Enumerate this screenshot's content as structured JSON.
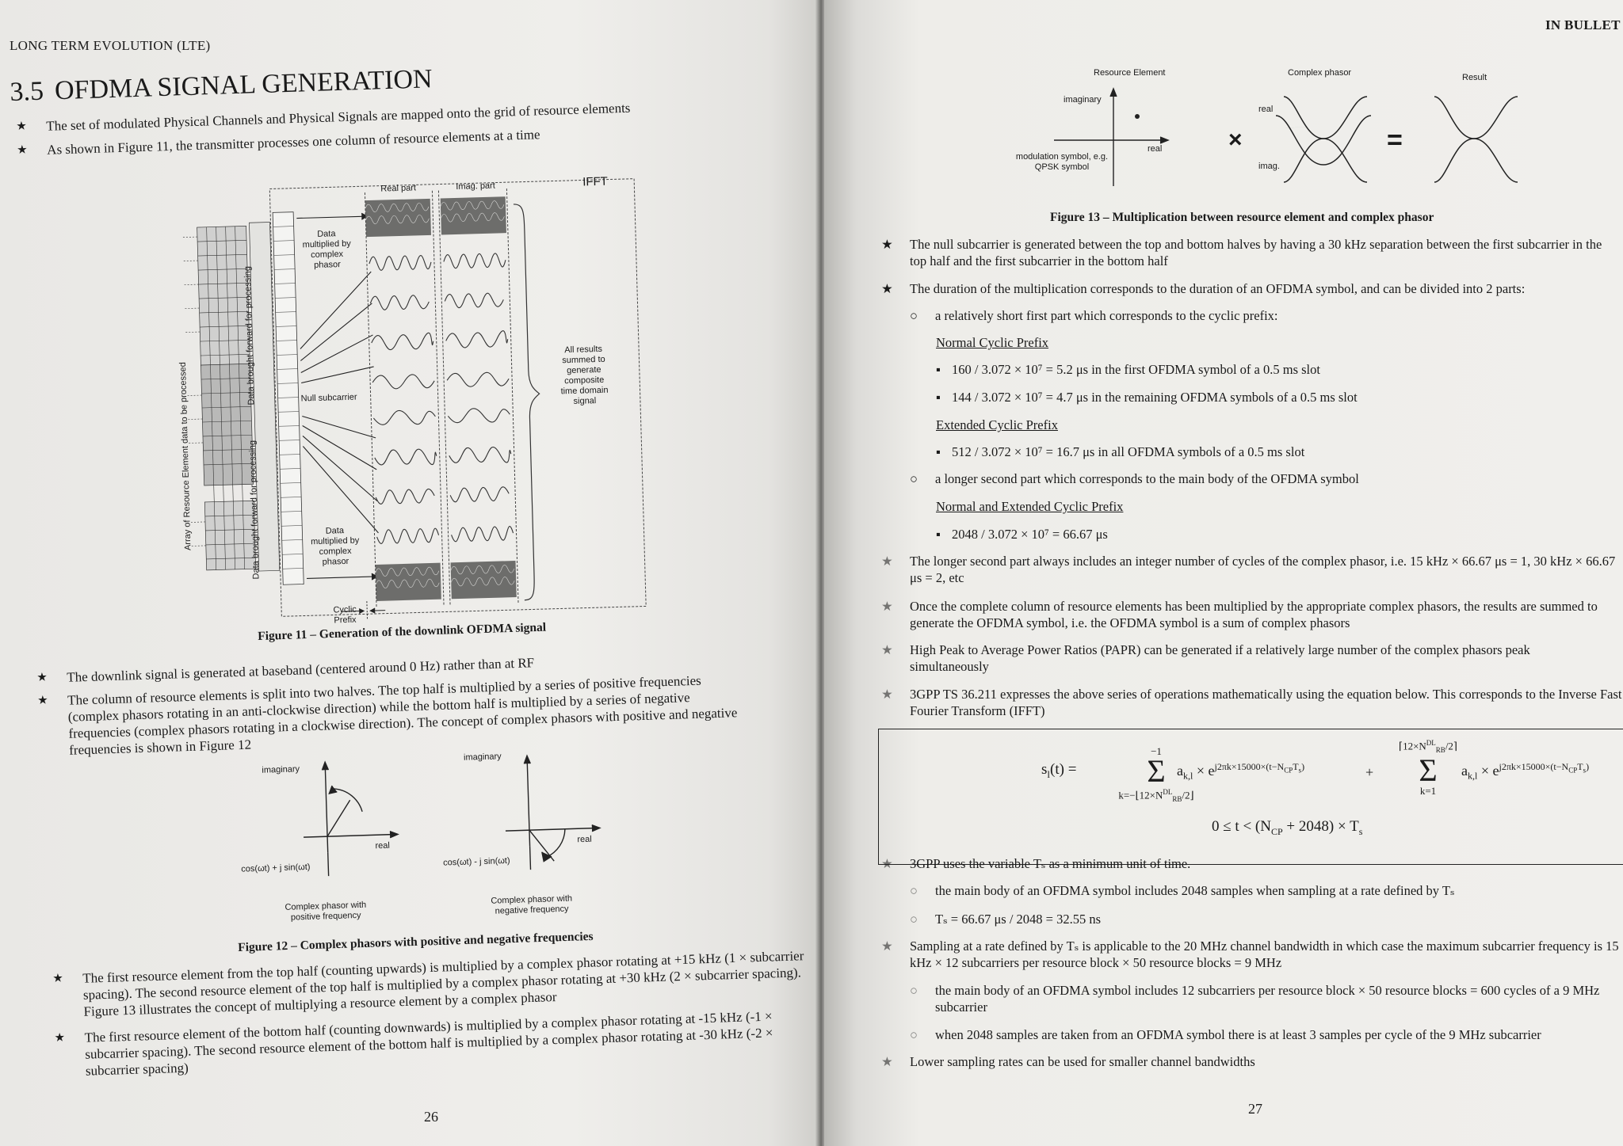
{
  "left": {
    "header": "LONG TERM EVOLUTION (LTE)",
    "section_number": "3.5",
    "section_title": "OFDMA SIGNAL GENERATION",
    "intro_bullets": [
      "The set of modulated Physical Channels and Physical Signals are mapped onto the grid of resource elements",
      "As shown in Figure 11, the transmitter processes one column of resource elements at a time"
    ],
    "fig11": {
      "label_real_part": "Real part",
      "label_imag_part": "Imag. part",
      "label_ifft": "IFFT",
      "label_array": "Array of Resource Element data to be processed",
      "label_forward_top": "Data brought forward for processing",
      "label_forward_bottom": "Data brought forward for processing",
      "label_data_top": "Data multiplied by complex phasor",
      "label_null": "Null subcarrier",
      "label_data_bottom": "Data multiplied by complex phasor",
      "label_cyclic": "Cyclic Prefix",
      "label_results": "All results summed to generate composite time domain signal",
      "caption": "Figure 11 – Generation of the downlink OFDMA signal"
    },
    "mid_bullets": [
      "The downlink signal is generated at baseband (centered around 0 Hz) rather than at RF",
      "The column of resource elements is split into two halves. The top half is multiplied by a series of positive frequencies (complex phasors rotating in an anti-clockwise direction) while the bottom half is multiplied by a series of negative frequencies (complex phasors rotating in a clockwise direction). The concept of complex phasors with positive and negative frequencies is shown in Figure 12"
    ],
    "fig12": {
      "imaginary": "imaginary",
      "real": "real",
      "pos_formula": "cos(ωt) + j sin(ωt)",
      "neg_formula": "cos(ωt) - j sin(ωt)",
      "pos_label": "Complex phasor with positive frequency",
      "neg_label": "Complex phasor with negative frequency",
      "caption": "Figure 12 – Complex phasors with positive and negative frequencies"
    },
    "bottom_bullets": [
      "The first resource element from the top half (counting upwards) is multiplied by a complex phasor rotating at +15 kHz (1 × subcarrier spacing). The second resource element of the top half is multiplied by a complex phasor rotating at +30 kHz (2 × subcarrier spacing). Figure 13 illustrates the concept of multiplying a resource element by a complex phasor",
      "The first resource element of the bottom half (counting downwards) is multiplied by a complex phasor rotating at -15 kHz (-1 × subcarrier spacing). The second resource element of the bottom half is multiplied by a complex phasor rotating at -30 kHz (-2 × subcarrier spacing)"
    ],
    "page_number": "26"
  },
  "right": {
    "header": "IN BULLET",
    "fig13": {
      "resource_element": "Resource Element",
      "complex_phasor": "Complex phasor",
      "result": "Result",
      "imaginary": "imaginary",
      "real": "real",
      "real2": "real",
      "imag": "imag.",
      "mod_symbol": "modulation symbol, e.g. QPSK symbol",
      "times": "×",
      "equals": "=",
      "caption": "Figure 13 – Multiplication between resource element and complex phasor"
    },
    "b1": "The null subcarrier is generated between the top and bottom halves by having a 30 kHz separation between the first subcarrier in the top half and the first subcarrier in the bottom half",
    "b2": "The duration of the multiplication corresponds to the duration of an OFDMA symbol, and can be divided into 2 parts:",
    "o1": "a relatively short first part which corresponds to the cyclic prefix:",
    "ncp_title": "Normal Cyclic Prefix",
    "ncp1": "160 / 3.072 × 10⁷ = 5.2 μs  in the first OFDMA symbol of a 0.5 ms slot",
    "ncp2": "144 / 3.072 × 10⁷ = 4.7 μs  in the remaining OFDMA symbols of a 0.5 ms slot",
    "ecp_title": "Extended Cyclic Prefix",
    "ecp1": "512 / 3.072 × 10⁷ = 16.7 μs  in all OFDMA symbols of a 0.5 ms slot",
    "o2": "a longer second part which corresponds to the main body of the OFDMA symbol",
    "necp_title": "Normal and Extended Cyclic Prefix",
    "necp1": "2048 / 3.072 × 10⁷ = 66.67 μs",
    "b3": "The longer second part always includes an integer number of cycles of the complex phasor, i.e. 15 kHz × 66.67 μs = 1, 30 kHz × 66.67 μs = 2, etc",
    "b4": "Once the complete column of resource elements has been multiplied by the appropriate complex phasors, the results are summed to generate the OFDMA symbol, i.e. the OFDMA symbol is a sum of complex phasors",
    "b5": "High Peak to Average Power Ratios (PAPR) can be generated if a relatively large number of the complex phasors peak simultaneously",
    "b6": "3GPP TS 36.211 expresses the above series of operations mathematically using the equation below. This corresponds to the Inverse Fast Fourier Transform (IFFT)",
    "eq": {
      "lhs": "s",
      "lhs_sub": "l",
      "lhs_arg": "(t) =",
      "sum1_top": "−1",
      "sum1_bottom": "k=−⌊12×N",
      "sum1_bottom_sup": "DL",
      "sum1_bottom_sub": "RB",
      "sum1_bottom_end": "/2⌋",
      "term": "a",
      "term_sub": "k,l",
      "times_e": " × e",
      "exponent": "j2πk×15000×(t−N",
      "exp_sub_cp": "CP",
      "exp_mid": "T",
      "exp_sub_s": "s",
      "exp_end": ")",
      "plus": "+",
      "sum2_top": "⌈12×N",
      "sum2_top_end": "/2⌉",
      "sum2_bottom": "k=1",
      "range": "0 ≤ t < (N",
      "range_sub": "CP",
      "range_end": " + 2048) × T",
      "range_sub_s": "s",
      "sigma": "Σ"
    },
    "b7": "3GPP uses the variable Tₛ as a minimum unit of time.",
    "s7a": "the main body of an OFDMA symbol includes 2048 samples when sampling at a rate defined by Tₛ",
    "s7b": "Tₛ = 66.67 μs / 2048 = 32.55 ns",
    "b8": "Sampling at a rate defined by Tₛ is applicable to the 20 MHz channel bandwidth in which case the maximum subcarrier frequency is 15 kHz × 12 subcarriers per resource block × 50 resource blocks = 9 MHz",
    "s8a": "the main body of an OFDMA symbol includes 12 subcarriers per resource block × 50 resource blocks = 600 cycles of a 9 MHz subcarrier",
    "s8b": "when 2048 samples are taken from an OFDMA symbol there is at least 3 samples per cycle of the 9 MHz subcarrier",
    "b9": "Lower sampling rates can be used for smaller channel bandwidths",
    "page_number": "27"
  }
}
